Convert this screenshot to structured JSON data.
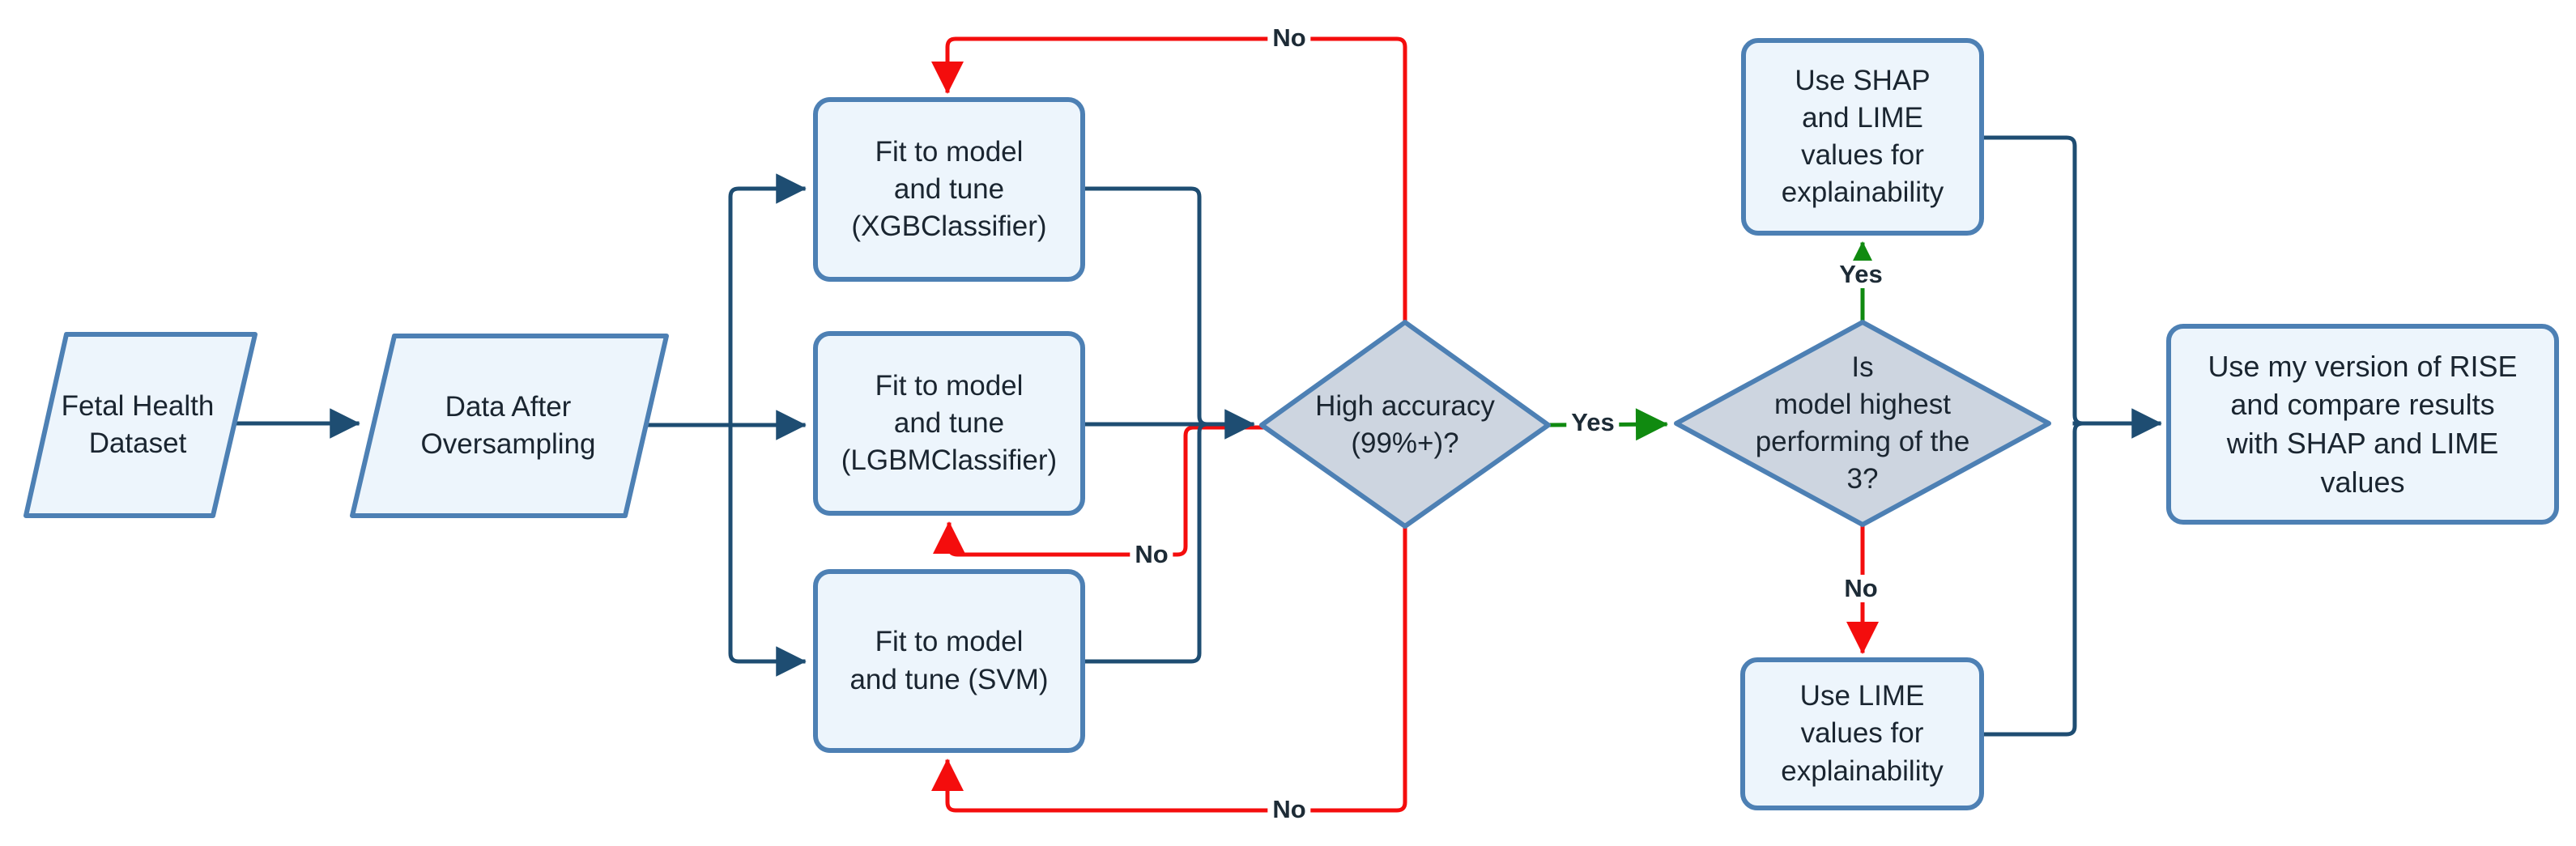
{
  "title": "Fetal health model training and explainability flowchart",
  "colors": {
    "background": "#ffffff",
    "node-fill": "#edf5fc",
    "node-stroke": "#4d80b4",
    "diamond-fill": "#cdd5e0",
    "connector": "#1e4d72",
    "no-line": "#f40d0d",
    "yes-line": "#108a10",
    "text": "#1a2530",
    "label-text": "#1d2b36"
  },
  "nodes": {
    "fetal_health": {
      "label": "Fetal Health\nDataset",
      "shape": "parallelogram"
    },
    "oversampled_data": {
      "label": "Data After\nOversampling",
      "shape": "parallelogram"
    },
    "fit_xgb": {
      "label": "Fit to model\nand tune\n(XGBClassifier)",
      "shape": "rounded-rect"
    },
    "fit_lgbm": {
      "label": "Fit to model\nand tune\n(LGBMClassifier)",
      "shape": "rounded-rect"
    },
    "fit_svm": {
      "label": "Fit to model\nand tune (SVM)",
      "shape": "rounded-rect"
    },
    "high_accuracy": {
      "label": "High accuracy\n(99%+)?",
      "shape": "diamond"
    },
    "highest_performing": {
      "label": "Is\nmodel highest\nperforming of the\n3?",
      "shape": "diamond"
    },
    "use_shap_lime": {
      "label": "Use SHAP\nand LIME\nvalues for\nexplainability",
      "shape": "rounded-rect"
    },
    "use_lime": {
      "label": "Use LIME\nvalues for\nexplainability",
      "shape": "rounded-rect"
    },
    "use_rise": {
      "label": "Use my version of RISE\nand compare results\nwith SHAP and LIME\nvalues",
      "shape": "rounded-rect"
    }
  },
  "edge_labels": {
    "accuracy_yes": "Yes",
    "highest_yes": "Yes",
    "highest_no": "No",
    "no_to_xgb": "No",
    "no_to_lgbm": "No",
    "no_to_svm": "No"
  }
}
